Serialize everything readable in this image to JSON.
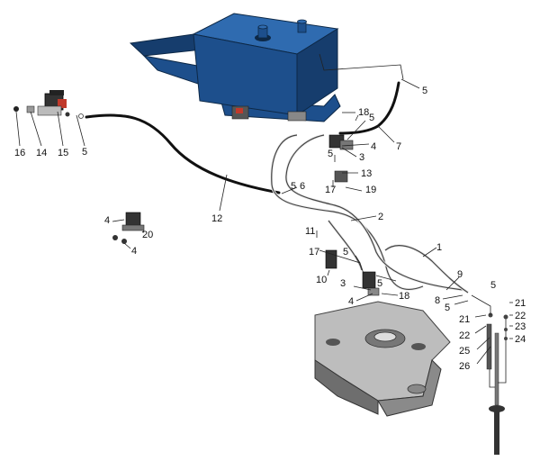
{
  "diagram": {
    "type": "exploded-parts-diagram",
    "colors": {
      "tank": "#1d4f8c",
      "tank_dark": "#163d6d",
      "tank_light": "#2f6bb0",
      "frame": "#6e6e6e",
      "frame_light": "#bdbdbd",
      "hose": "#111111",
      "accent": "#c0392b"
    },
    "callouts": [
      {
        "id": "c1",
        "label": "1"
      },
      {
        "id": "c2",
        "label": "2"
      },
      {
        "id": "c3a",
        "label": "3"
      },
      {
        "id": "c3b",
        "label": "3"
      },
      {
        "id": "c4a",
        "label": "4"
      },
      {
        "id": "c4b",
        "label": "4"
      },
      {
        "id": "c4c",
        "label": "4"
      },
      {
        "id": "c4d",
        "label": "4"
      },
      {
        "id": "c5a",
        "label": "5"
      },
      {
        "id": "c5b",
        "label": "5"
      },
      {
        "id": "c5c",
        "label": "5"
      },
      {
        "id": "c5d",
        "label": "5"
      },
      {
        "id": "c5e",
        "label": "5"
      },
      {
        "id": "c5f",
        "label": "5"
      },
      {
        "id": "c5g",
        "label": "5"
      },
      {
        "id": "c5h",
        "label": "5"
      },
      {
        "id": "c5i",
        "label": "5"
      },
      {
        "id": "c6",
        "label": "6"
      },
      {
        "id": "c7",
        "label": "7"
      },
      {
        "id": "c8",
        "label": "8"
      },
      {
        "id": "c9",
        "label": "9"
      },
      {
        "id": "c10",
        "label": "10"
      },
      {
        "id": "c11",
        "label": "11"
      },
      {
        "id": "c12",
        "label": "12"
      },
      {
        "id": "c13",
        "label": "13"
      },
      {
        "id": "c14",
        "label": "14"
      },
      {
        "id": "c15",
        "label": "15"
      },
      {
        "id": "c16",
        "label": "16"
      },
      {
        "id": "c17a",
        "label": "17"
      },
      {
        "id": "c17b",
        "label": "17"
      },
      {
        "id": "c18a",
        "label": "18"
      },
      {
        "id": "c18b",
        "label": "18"
      },
      {
        "id": "c19",
        "label": "19"
      },
      {
        "id": "c20",
        "label": "20"
      },
      {
        "id": "c21a",
        "label": "21"
      },
      {
        "id": "c21b",
        "label": "21"
      },
      {
        "id": "c22a",
        "label": "22"
      },
      {
        "id": "c22b",
        "label": "22"
      },
      {
        "id": "c23",
        "label": "23"
      },
      {
        "id": "c24",
        "label": "24"
      },
      {
        "id": "c25",
        "label": "25"
      },
      {
        "id": "c26",
        "label": "26"
      }
    ]
  }
}
